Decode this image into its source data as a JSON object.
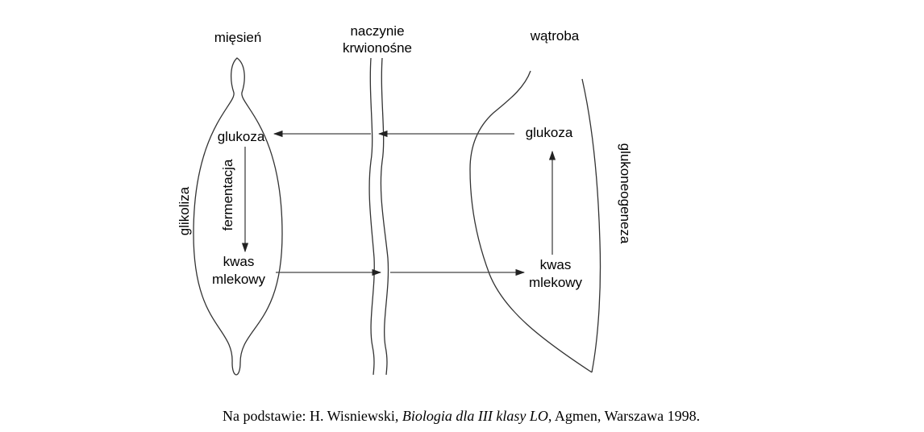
{
  "labels": {
    "muscle": "mięsień",
    "vessel_line1": "naczynie",
    "vessel_line2": "krwionośne",
    "liver": "wątroba",
    "muscle_glucose": "glukoza",
    "muscle_lactic_line1": "kwas",
    "muscle_lactic_line2": "mlekowy",
    "fermentation": "fermentacja",
    "glycolysis": "glikoliza",
    "liver_glucose": "glukoza",
    "liver_lactic_line1": "kwas",
    "liver_lactic_line2": "mlekowy",
    "gluconeogenesis": "glukoneogeneza"
  },
  "caption": {
    "prefix": "Na podstawie: H. Wisniewski, ",
    "title": "Biologia dla III klasy LO",
    "suffix": ", Agmen, Warszawa 1998."
  }
}
